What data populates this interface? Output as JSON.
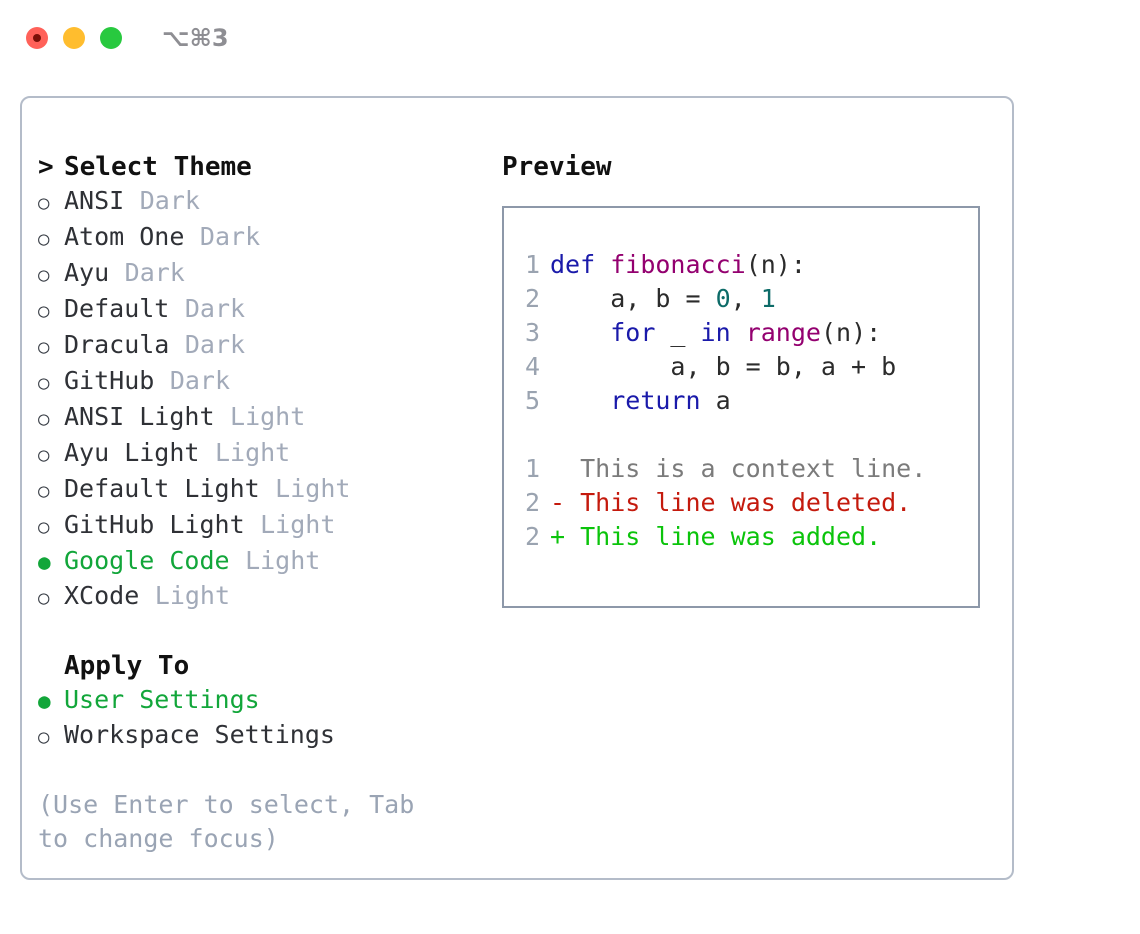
{
  "titlebar": {
    "shortcut": "⌥⌘3",
    "lights": [
      "close-button",
      "minimize-button",
      "maximize-button"
    ]
  },
  "theme_picker": {
    "header": "Select Theme",
    "caret": ">",
    "marker_selected": "●",
    "marker_unselected": "○",
    "accent_color": "#12a63a",
    "variant_color": "#a2aab9",
    "options": [
      {
        "name": "ANSI",
        "variant": "Dark",
        "selected": false
      },
      {
        "name": "Atom One",
        "variant": "Dark",
        "selected": false
      },
      {
        "name": "Ayu",
        "variant": "Dark",
        "selected": false
      },
      {
        "name": "Default",
        "variant": "Dark",
        "selected": false
      },
      {
        "name": "Dracula",
        "variant": "Dark",
        "selected": false
      },
      {
        "name": "GitHub",
        "variant": "Dark",
        "selected": false
      },
      {
        "name": "ANSI Light",
        "variant": "Light",
        "selected": false
      },
      {
        "name": "Ayu Light",
        "variant": "Light",
        "selected": false
      },
      {
        "name": "Default Light",
        "variant": "Light",
        "selected": false
      },
      {
        "name": "GitHub Light",
        "variant": "Light",
        "selected": false
      },
      {
        "name": "Google Code",
        "variant": "Light",
        "selected": true
      },
      {
        "name": "XCode",
        "variant": "Light",
        "selected": false
      }
    ]
  },
  "apply_to": {
    "header": "Apply To",
    "options": [
      {
        "name": "User Settings",
        "selected": true
      },
      {
        "name": "Workspace Settings",
        "selected": false
      }
    ]
  },
  "hint": "(Use Enter to select, Tab to change focus)",
  "preview": {
    "title": "Preview",
    "code_lines": [
      {
        "no": "1",
        "tokens": [
          {
            "t": "def ",
            "c": "kw"
          },
          {
            "t": "fibonacci",
            "c": "fn"
          },
          {
            "t": "(n):",
            "c": "plain"
          }
        ]
      },
      {
        "no": "2",
        "tokens": [
          {
            "t": "    a, b = ",
            "c": "plain"
          },
          {
            "t": "0",
            "c": "num"
          },
          {
            "t": ", ",
            "c": "plain"
          },
          {
            "t": "1",
            "c": "num"
          }
        ]
      },
      {
        "no": "3",
        "tokens": [
          {
            "t": "    ",
            "c": "plain"
          },
          {
            "t": "for",
            "c": "kw"
          },
          {
            "t": " _ ",
            "c": "plain"
          },
          {
            "t": "in",
            "c": "kw"
          },
          {
            "t": " ",
            "c": "plain"
          },
          {
            "t": "range",
            "c": "fn"
          },
          {
            "t": "(n):",
            "c": "plain"
          }
        ]
      },
      {
        "no": "4",
        "tokens": [
          {
            "t": "        a, b = b, a + b",
            "c": "plain"
          }
        ]
      },
      {
        "no": "5",
        "tokens": [
          {
            "t": "    ",
            "c": "plain"
          },
          {
            "t": "return",
            "c": "kw"
          },
          {
            "t": " a",
            "c": "plain"
          }
        ]
      }
    ],
    "diff_lines": [
      {
        "no": "1",
        "tokens": [
          {
            "t": "  This is a context line.",
            "c": "ctx"
          }
        ]
      },
      {
        "no": "2",
        "tokens": [
          {
            "t": "- This line was deleted.",
            "c": "del"
          }
        ]
      },
      {
        "no": "2",
        "tokens": [
          {
            "t": "+ This line was added.",
            "c": "add"
          }
        ]
      }
    ]
  }
}
